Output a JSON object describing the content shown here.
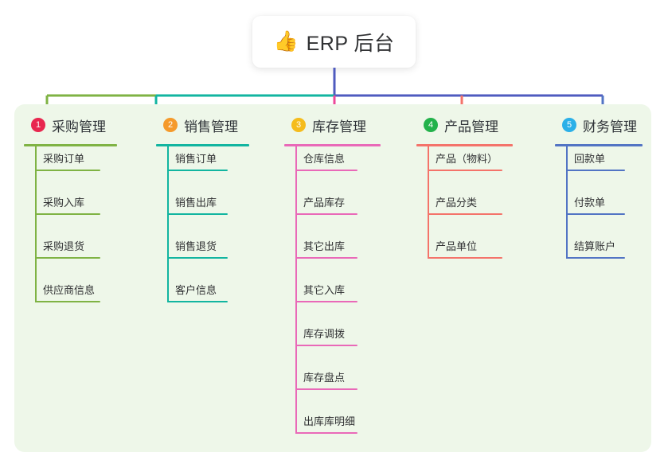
{
  "page": {
    "background": "#ffffff",
    "panel_background": "#eef7e9",
    "title_text_color": "#303133"
  },
  "root": {
    "icon": "thumbs-up-emoji",
    "emoji": "👍",
    "title": "ERP 后台",
    "stem_color": "#4f5bbf"
  },
  "trunk": {
    "segments": [
      {
        "name": "green-segment",
        "color": "#7fb344"
      },
      {
        "name": "teal-segment",
        "color": "#12b5a0"
      },
      {
        "name": "blue-segment",
        "color": "#4f5bbf"
      }
    ]
  },
  "branches": [
    {
      "index": "1",
      "title": "采购管理",
      "badge_color": "#e8274f",
      "line_color": "#7fb344",
      "drop_color": "#7fb344",
      "leaves": [
        "采购订单",
        "采购入库",
        "采购退货",
        "供应商信息"
      ]
    },
    {
      "index": "2",
      "title": "销售管理",
      "badge_color": "#f59a2b",
      "line_color": "#12b5a0",
      "drop_color": "#12b5a0",
      "leaves": [
        "销售订单",
        "销售出库",
        "销售退货",
        "客户信息"
      ]
    },
    {
      "index": "3",
      "title": "库存管理",
      "badge_color": "#f5bc1c",
      "line_color": "#e969b8",
      "drop_color": "#ec4899",
      "leaves": [
        "仓库信息",
        "产品库存",
        "其它出库",
        "其它入库",
        "库存调拨",
        "库存盘点",
        "出库库明细"
      ]
    },
    {
      "index": "4",
      "title": "产品管理",
      "badge_color": "#23b24b",
      "line_color": "#f4736a",
      "drop_color": "#f4736a",
      "leaves": [
        "产品（物料）",
        "产品分类",
        "产品单位"
      ]
    },
    {
      "index": "5",
      "title": "财务管理",
      "badge_color": "#2bb0e8",
      "line_color": "#5274c4",
      "drop_color": "#5274c4",
      "leaves": [
        "回款单",
        "付款单",
        "结算账户"
      ]
    }
  ]
}
